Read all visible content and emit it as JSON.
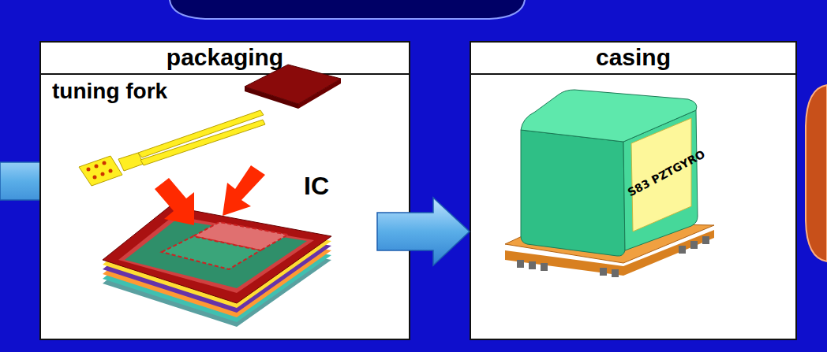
{
  "diagram": {
    "nodes": [
      {
        "text": [
          "packaging"
        ]
      },
      {
        "text": [
          "casing"
        ]
      }
    ],
    "edges": [
      {
        "from": 0,
        "to": 1,
        "arrow": "to"
      }
    ],
    "labels": [
      "tuning fork",
      "IC",
      "S83 PZTGYRO"
    ]
  }
}
